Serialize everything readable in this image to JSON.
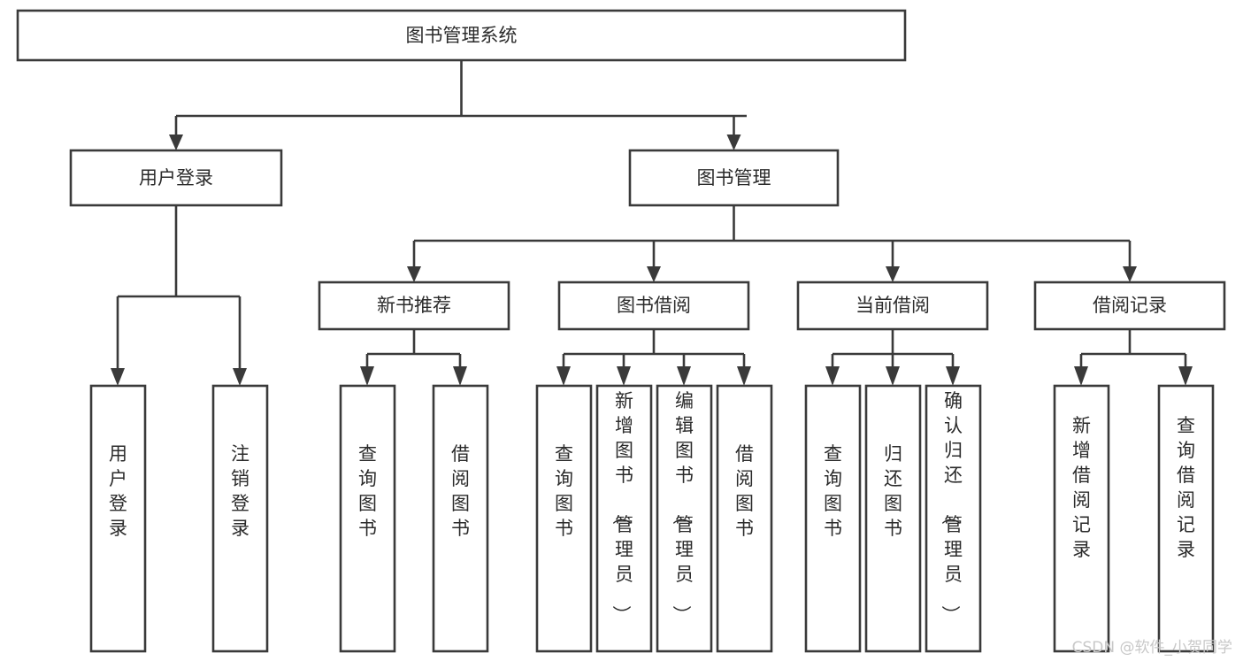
{
  "diagram": {
    "type": "tree-hierarchy-chart",
    "title": "图书管理系统",
    "background_color": "#ffffff",
    "line_color": "#3a3a3a",
    "text_color": "#2b2b2b",
    "levels": 4,
    "root": {
      "label": "图书管理系统",
      "orientation": "horizontal"
    },
    "level2": [
      {
        "label": "用户登录",
        "orientation": "horizontal"
      },
      {
        "label": "图书管理",
        "orientation": "horizontal"
      }
    ],
    "level3": [
      {
        "label": "新书推荐",
        "orientation": "horizontal",
        "parent": "图书管理"
      },
      {
        "label": "图书借阅",
        "orientation": "horizontal",
        "parent": "图书管理"
      },
      {
        "label": "当前借阅",
        "orientation": "horizontal",
        "parent": "图书管理"
      },
      {
        "label": "借阅记录",
        "orientation": "horizontal",
        "parent": "图书管理"
      }
    ],
    "leaves": {
      "用户登录": [
        {
          "label": "用户登录",
          "orientation": "vertical"
        },
        {
          "label": "注销登录",
          "orientation": "vertical"
        }
      ],
      "新书推荐": [
        {
          "label": "查询图书",
          "orientation": "vertical"
        },
        {
          "label": "借阅图书",
          "orientation": "vertical"
        }
      ],
      "图书借阅": [
        {
          "label": "查询图书",
          "orientation": "vertical"
        },
        {
          "label": "新增图书（管理员）",
          "orientation": "vertical"
        },
        {
          "label": "编辑图书（管理员）",
          "orientation": "vertical"
        },
        {
          "label": "借阅图书",
          "orientation": "vertical"
        }
      ],
      "当前借阅": [
        {
          "label": "查询图书",
          "orientation": "vertical"
        },
        {
          "label": "归还图书",
          "orientation": "vertical"
        },
        {
          "label": "确认归还（管理员）",
          "orientation": "vertical"
        }
      ],
      "借阅记录": [
        {
          "label": "新增借阅记录",
          "orientation": "vertical"
        },
        {
          "label": "查询借阅记录",
          "orientation": "vertical"
        }
      ]
    }
  },
  "watermark": {
    "text": "CSDN @软件_小贺同学"
  }
}
